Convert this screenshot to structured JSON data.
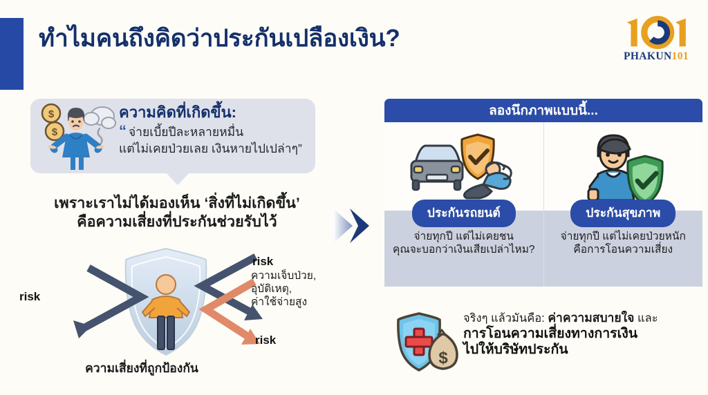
{
  "header": {
    "title": "ทำไมคนถึงคิดว่าประกันเปลืองเงิน?",
    "logo_number": "101",
    "logo_word_main": "PHAKUN",
    "logo_word_suffix": "101"
  },
  "left": {
    "quote": {
      "heading": "ความคิดที่เกิดขึ้น:",
      "mark": "“",
      "line1": "จ่ายเบี้ยปีละหลายหมื่น",
      "line2": "แต่ไม่เคยป่วยเลย เงินหายไปเปล่าๆ”"
    },
    "lead_line1": "เพราะเราไม่ได้มองเห็น ‘สิ่งที่ไม่เกิดขึ้น’",
    "lead_line2": "คือความเสี่ยงที่ประกันช่วยรับไว้",
    "diagram": {
      "risk_left": "risk",
      "risk_top_right": "risk",
      "risk_bottom_right": "risk",
      "detail_line1": "ความเจ็บป่วย,",
      "detail_line2": "อุบัติเหตุ,",
      "detail_line3": "ค่าใช้จ่ายสูง",
      "caption": "ความเสี่ยงที่ถูกป้องกัน"
    }
  },
  "right": {
    "panel_heading": "ลองนึกภาพแบบนี้...",
    "cards": [
      {
        "icon": "car-shield-icon",
        "badge": "ประกันรถยนต์",
        "caption_line1": "จ่ายทุกปี แต่ไม่เคยชน",
        "caption_line2": "คุณจะบอกว่าเงินเสียเปล่าไหม?"
      },
      {
        "icon": "person-health-shield-icon",
        "badge": "ประกันสุขภาพ",
        "caption_line1": "จ่ายทุกปี แต่ไม่เคยป่วยหนัก",
        "caption_line2": "คือการโอนความเสี่ยง"
      }
    ],
    "conclusion": {
      "lead": "จริงๆ แล้วมันคือ:",
      "emphasis": "ค่าความสบายใจ",
      "tail": "และ",
      "line2": "การโอนความเสี่ยงทางการเงิน",
      "line3": "ไปให้บริษัทประกัน"
    }
  },
  "colors": {
    "brand_blue": "#2b4ca8",
    "accent_bar": "#2649a6",
    "title_navy": "#14306b",
    "logo_orange": "#e8a020",
    "bubble_gray": "#dfe1ea",
    "card_band": "#ccd1df",
    "page_bg": "#fdfcf7"
  }
}
